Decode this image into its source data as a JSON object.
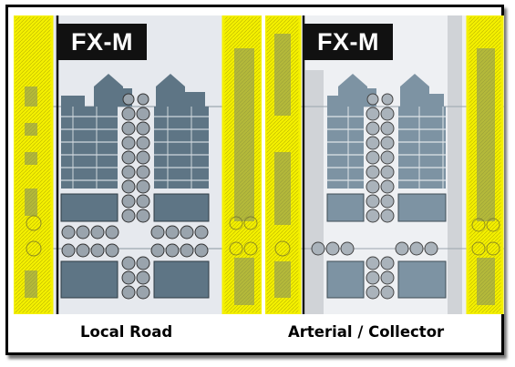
{
  "panels": [
    {
      "zone_label": "FX-M",
      "caption": "Local Road"
    },
    {
      "zone_label": "FX-M",
      "caption": "Arterial / Collector"
    }
  ],
  "colors": {
    "frontage_highlight": "#f4f000",
    "building": "#5e7585",
    "ground": "#e6e9ee",
    "tree": "#4a5560"
  }
}
